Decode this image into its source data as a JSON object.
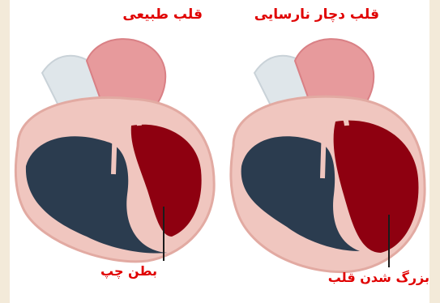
{
  "figure": {
    "left_panel": {
      "title": "قلب طبیعی",
      "callout": "بطن چپ"
    },
    "right_panel": {
      "title": "قلب دچار نارسایی",
      "callout": "بزرگ شدن قلب"
    }
  },
  "colors": {
    "page_bg": "#f3ead9",
    "text_red": "#e00000",
    "myocardium": "#f0c6bf",
    "aorta": "#e79a9c",
    "lv_blood": "#8e0010",
    "rv_blood": "#2b3c4f"
  }
}
